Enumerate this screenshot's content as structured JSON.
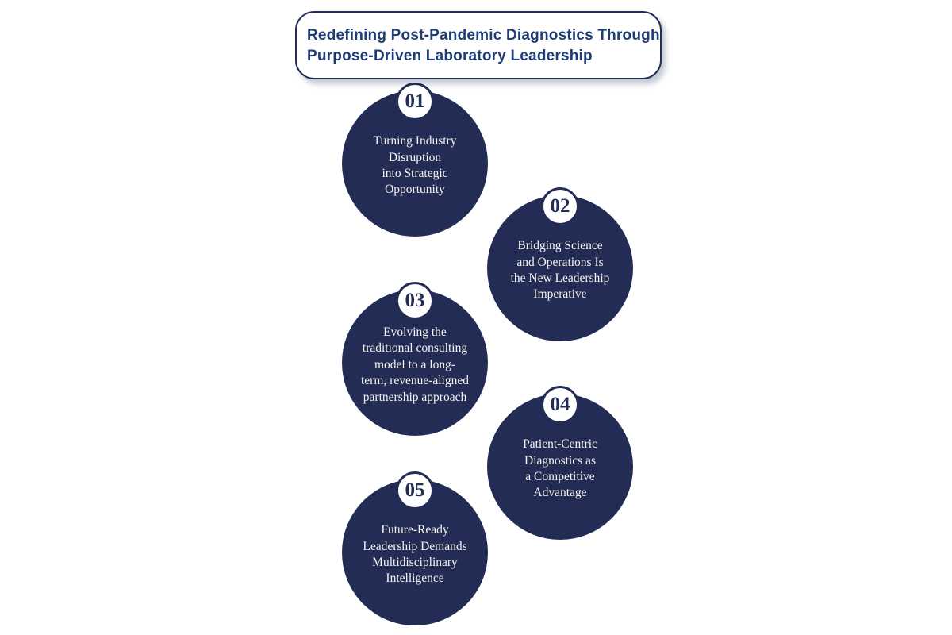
{
  "colors": {
    "navy": "#232C55",
    "title_blue": "#1E3C78",
    "circle_text": "#F6F4EF",
    "background": "#FFFFFF"
  },
  "title": {
    "full": "Redefining Post-Pandemic Diagnostics Through Purpose-Driven Laboratory Leadership",
    "line1": "Redefining Post-Pandemic Diagnostics Through",
    "line2": "Purpose-Driven Laboratory Leadership"
  },
  "steps": [
    {
      "number": "01",
      "text": "Turning Industry Disruption into Strategic Opportunity",
      "lines": [
        "Turning Industry",
        "Disruption",
        "into Strategic",
        "Opportunity"
      ]
    },
    {
      "number": "02",
      "text": "Bridging Science and Operations Is the New Leadership Imperative",
      "lines": [
        "Bridging Science",
        "and Operations Is",
        "the New Leadership",
        "Imperative"
      ]
    },
    {
      "number": "03",
      "text": "Evolving the traditional consulting model to a long-term, revenue-aligned partnership approach",
      "lines": [
        "Evolving the",
        "traditional consulting",
        "model to a long-",
        "term, revenue-aligned",
        "partnership approach"
      ]
    },
    {
      "number": "04",
      "text": "Patient-Centric Diagnostics as a Competitive Advantage",
      "lines": [
        "Patient-Centric",
        "Diagnostics as",
        "a Competitive",
        "Advantage"
      ]
    },
    {
      "number": "05",
      "text": "Future-Ready Leadership Demands Multidisciplinary Intelligence",
      "lines": [
        "Future-Ready",
        "Leadership Demands",
        "Multidisciplinary",
        "Intelligence"
      ]
    }
  ]
}
